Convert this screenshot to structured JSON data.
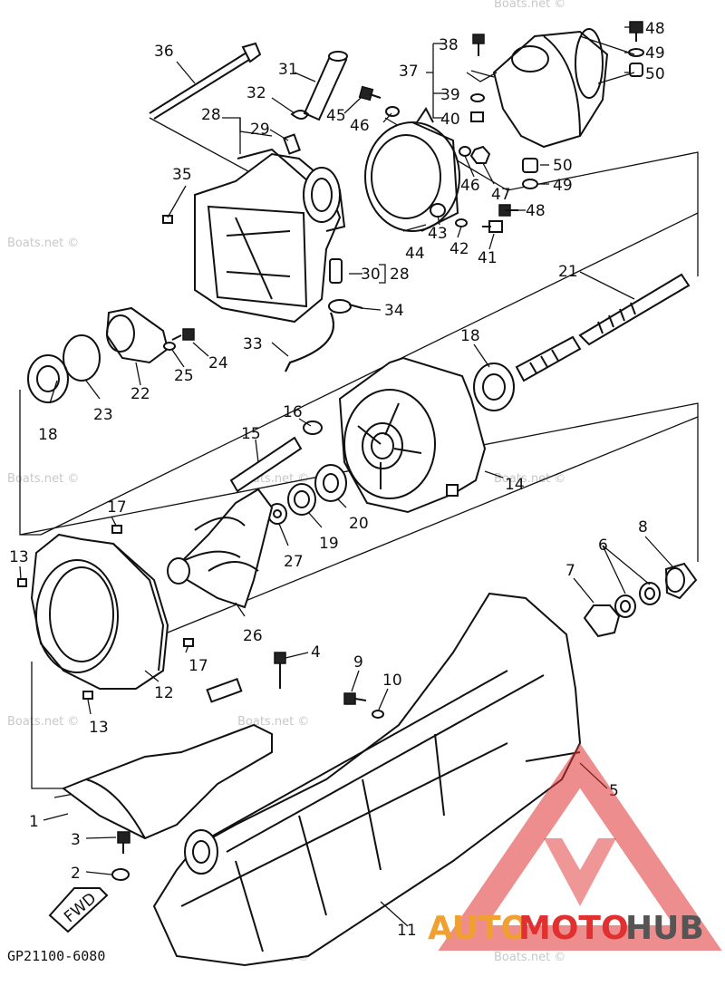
{
  "diagram": {
    "drawing_code": "GP21100-6080",
    "direction_label": "FWD",
    "watermark": "Boats.net ©",
    "logo": {
      "part1": "AUTO",
      "part2": "MOTO",
      "part3": "HUB",
      "color_orange": "#f0a030",
      "color_red": "#e03030",
      "color_gray": "#555555"
    },
    "callouts": {
      "c1": "1",
      "c2": "2",
      "c3": "3",
      "c4": "4",
      "c5": "5",
      "c6": "6",
      "c7": "7",
      "c8": "8",
      "c9": "9",
      "c10": "10",
      "c11": "11",
      "c12": "12",
      "c13a": "13",
      "c13b": "13",
      "c14": "14",
      "c15": "15",
      "c16": "16",
      "c17a": "17",
      "c17b": "17",
      "c18a": "18",
      "c18b": "18",
      "c19": "19",
      "c20": "20",
      "c21": "21",
      "c22": "22",
      "c23": "23",
      "c24": "24",
      "c25": "25",
      "c26": "26",
      "c27": "27",
      "c28a": "28",
      "c28b": "28",
      "c29": "29",
      "c30": "30",
      "c31": "31",
      "c32": "32",
      "c33": "33",
      "c34": "34",
      "c35": "35",
      "c36": "36",
      "c37": "37",
      "c38": "38",
      "c39": "39",
      "c40": "40",
      "c41": "41",
      "c42": "42",
      "c43": "43",
      "c44": "44",
      "c45": "45",
      "c46a": "46",
      "c46b": "46",
      "c47": "47",
      "c48a": "48",
      "c48b": "48",
      "c49a": "49",
      "c49b": "49",
      "c50a": "50",
      "c50b": "50"
    }
  }
}
